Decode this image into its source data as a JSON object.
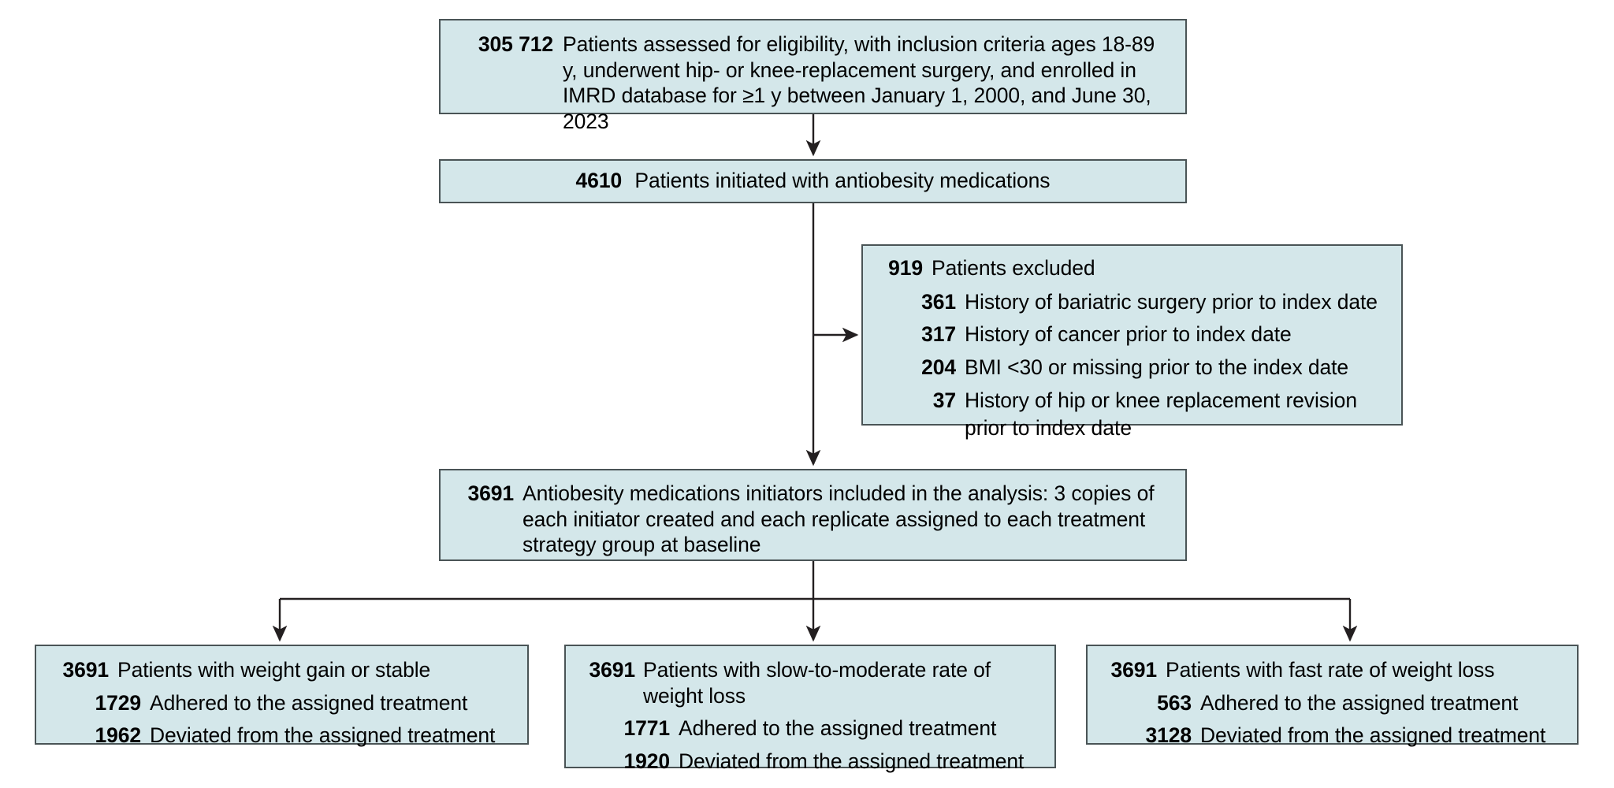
{
  "figure": {
    "type": "flow-diagram",
    "title": "Study flow diagram of antiobesity medication initiators",
    "box_fill": "#d4e7ea",
    "box_border": "#4a5456",
    "connector_color": "#231f20",
    "background": "#ffffff"
  },
  "boxes": {
    "eligibility": {
      "count": "305 712",
      "text": "Patients assessed for eligibility, with inclusion criteria ages 18-89 y, underwent hip- or knee-replacement surgery, and enrolled in IMRD database for ≥1 y between January 1, 2000, and June 30, 2023"
    },
    "initiated": {
      "count": "4610",
      "text": "Patients initiated with antiobesity medications"
    },
    "excluded": {
      "count": "919",
      "text": "Patients excluded",
      "reasons": [
        {
          "count": "361",
          "text": "History of bariatric surgery prior to index date",
          "cont": ""
        },
        {
          "count": "317",
          "text": "History of cancer prior to index date",
          "cont": ""
        },
        {
          "count": "204",
          "text": "BMI <30 or missing prior to the index date",
          "cont": ""
        },
        {
          "count": "37",
          "text": "History of hip or knee replacement revision",
          "cont": "prior to index date"
        }
      ]
    },
    "analysis": {
      "count": "3691",
      "text": "Antiobesity medications initiators included in the analysis: 3 copies of each initiator created and each replicate assigned to each treatment strategy group at baseline"
    },
    "arm_gain": {
      "count": "3691",
      "text": "Patients with weight gain or stable",
      "rows": [
        {
          "count": "1729",
          "text": "Adhered to the assigned treatment"
        },
        {
          "count": "1962",
          "text": "Deviated from the assigned treatment"
        }
      ]
    },
    "arm_slow": {
      "count": "3691",
      "text": "Patients with slow-to-moderate rate of weight loss",
      "rows": [
        {
          "count": "1771",
          "text": "Adhered to the assigned treatment"
        },
        {
          "count": "1920",
          "text": "Deviated from the assigned treatment"
        }
      ]
    },
    "arm_fast": {
      "count": "3691",
      "text": "Patients with fast rate of weight loss",
      "rows": [
        {
          "count": "563",
          "text": "Adhered to the assigned treatment"
        },
        {
          "count": "3128",
          "text": "Deviated from the assigned treatment"
        }
      ]
    }
  }
}
